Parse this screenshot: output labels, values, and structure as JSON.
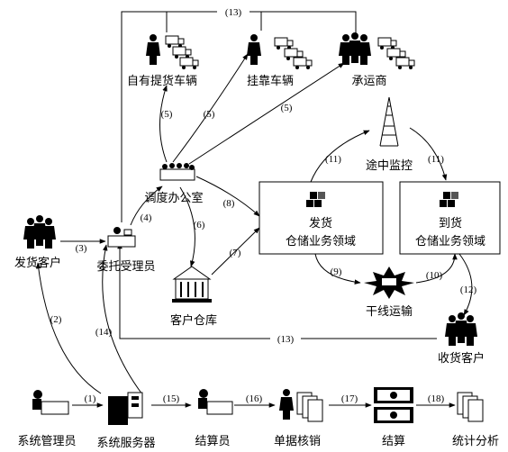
{
  "nodes": {
    "own_vehicles": "自有提货车辆",
    "affiliated_vehicles": "挂靠车辆",
    "carrier": "承运商",
    "dispatch_office": "调度办公室",
    "en_route_monitor": "途中监控",
    "shipping_domain_line1": "发货",
    "shipping_domain_line2": "仓储业务领域",
    "arrival_domain_line1": "到货",
    "arrival_domain_line2": "仓储业务领域",
    "shipper_customer": "发货客户",
    "consignment_clerk": "委托受理员",
    "customer_warehouse": "客户仓库",
    "trunk_transport": "干线运输",
    "consignee_customer": "收货客户",
    "system_admin": "系统管理员",
    "system_server": "系统服务器",
    "settlement_clerk": "结算员",
    "document_writeoff": "单据核销",
    "settlement": "结算",
    "statistics": "统计分析"
  },
  "edge_labels": {
    "e1": "(1)",
    "e2": "(2)",
    "e3": "(3)",
    "e4": "(4)",
    "e5a": "(5)",
    "e5b": "(5)",
    "e5c": "(5)",
    "e6": "(6)",
    "e7": "(7)",
    "e8": "(8)",
    "e9": "(9)",
    "e10": "(10)",
    "e11a": "(11)",
    "e11b": "(11)",
    "e12": "(12)",
    "e13a": "(13)",
    "e13b": "(13)",
    "e14": "(14)",
    "e15": "(15)",
    "e16": "(16)",
    "e17": "(17)",
    "e18": "(18)"
  }
}
